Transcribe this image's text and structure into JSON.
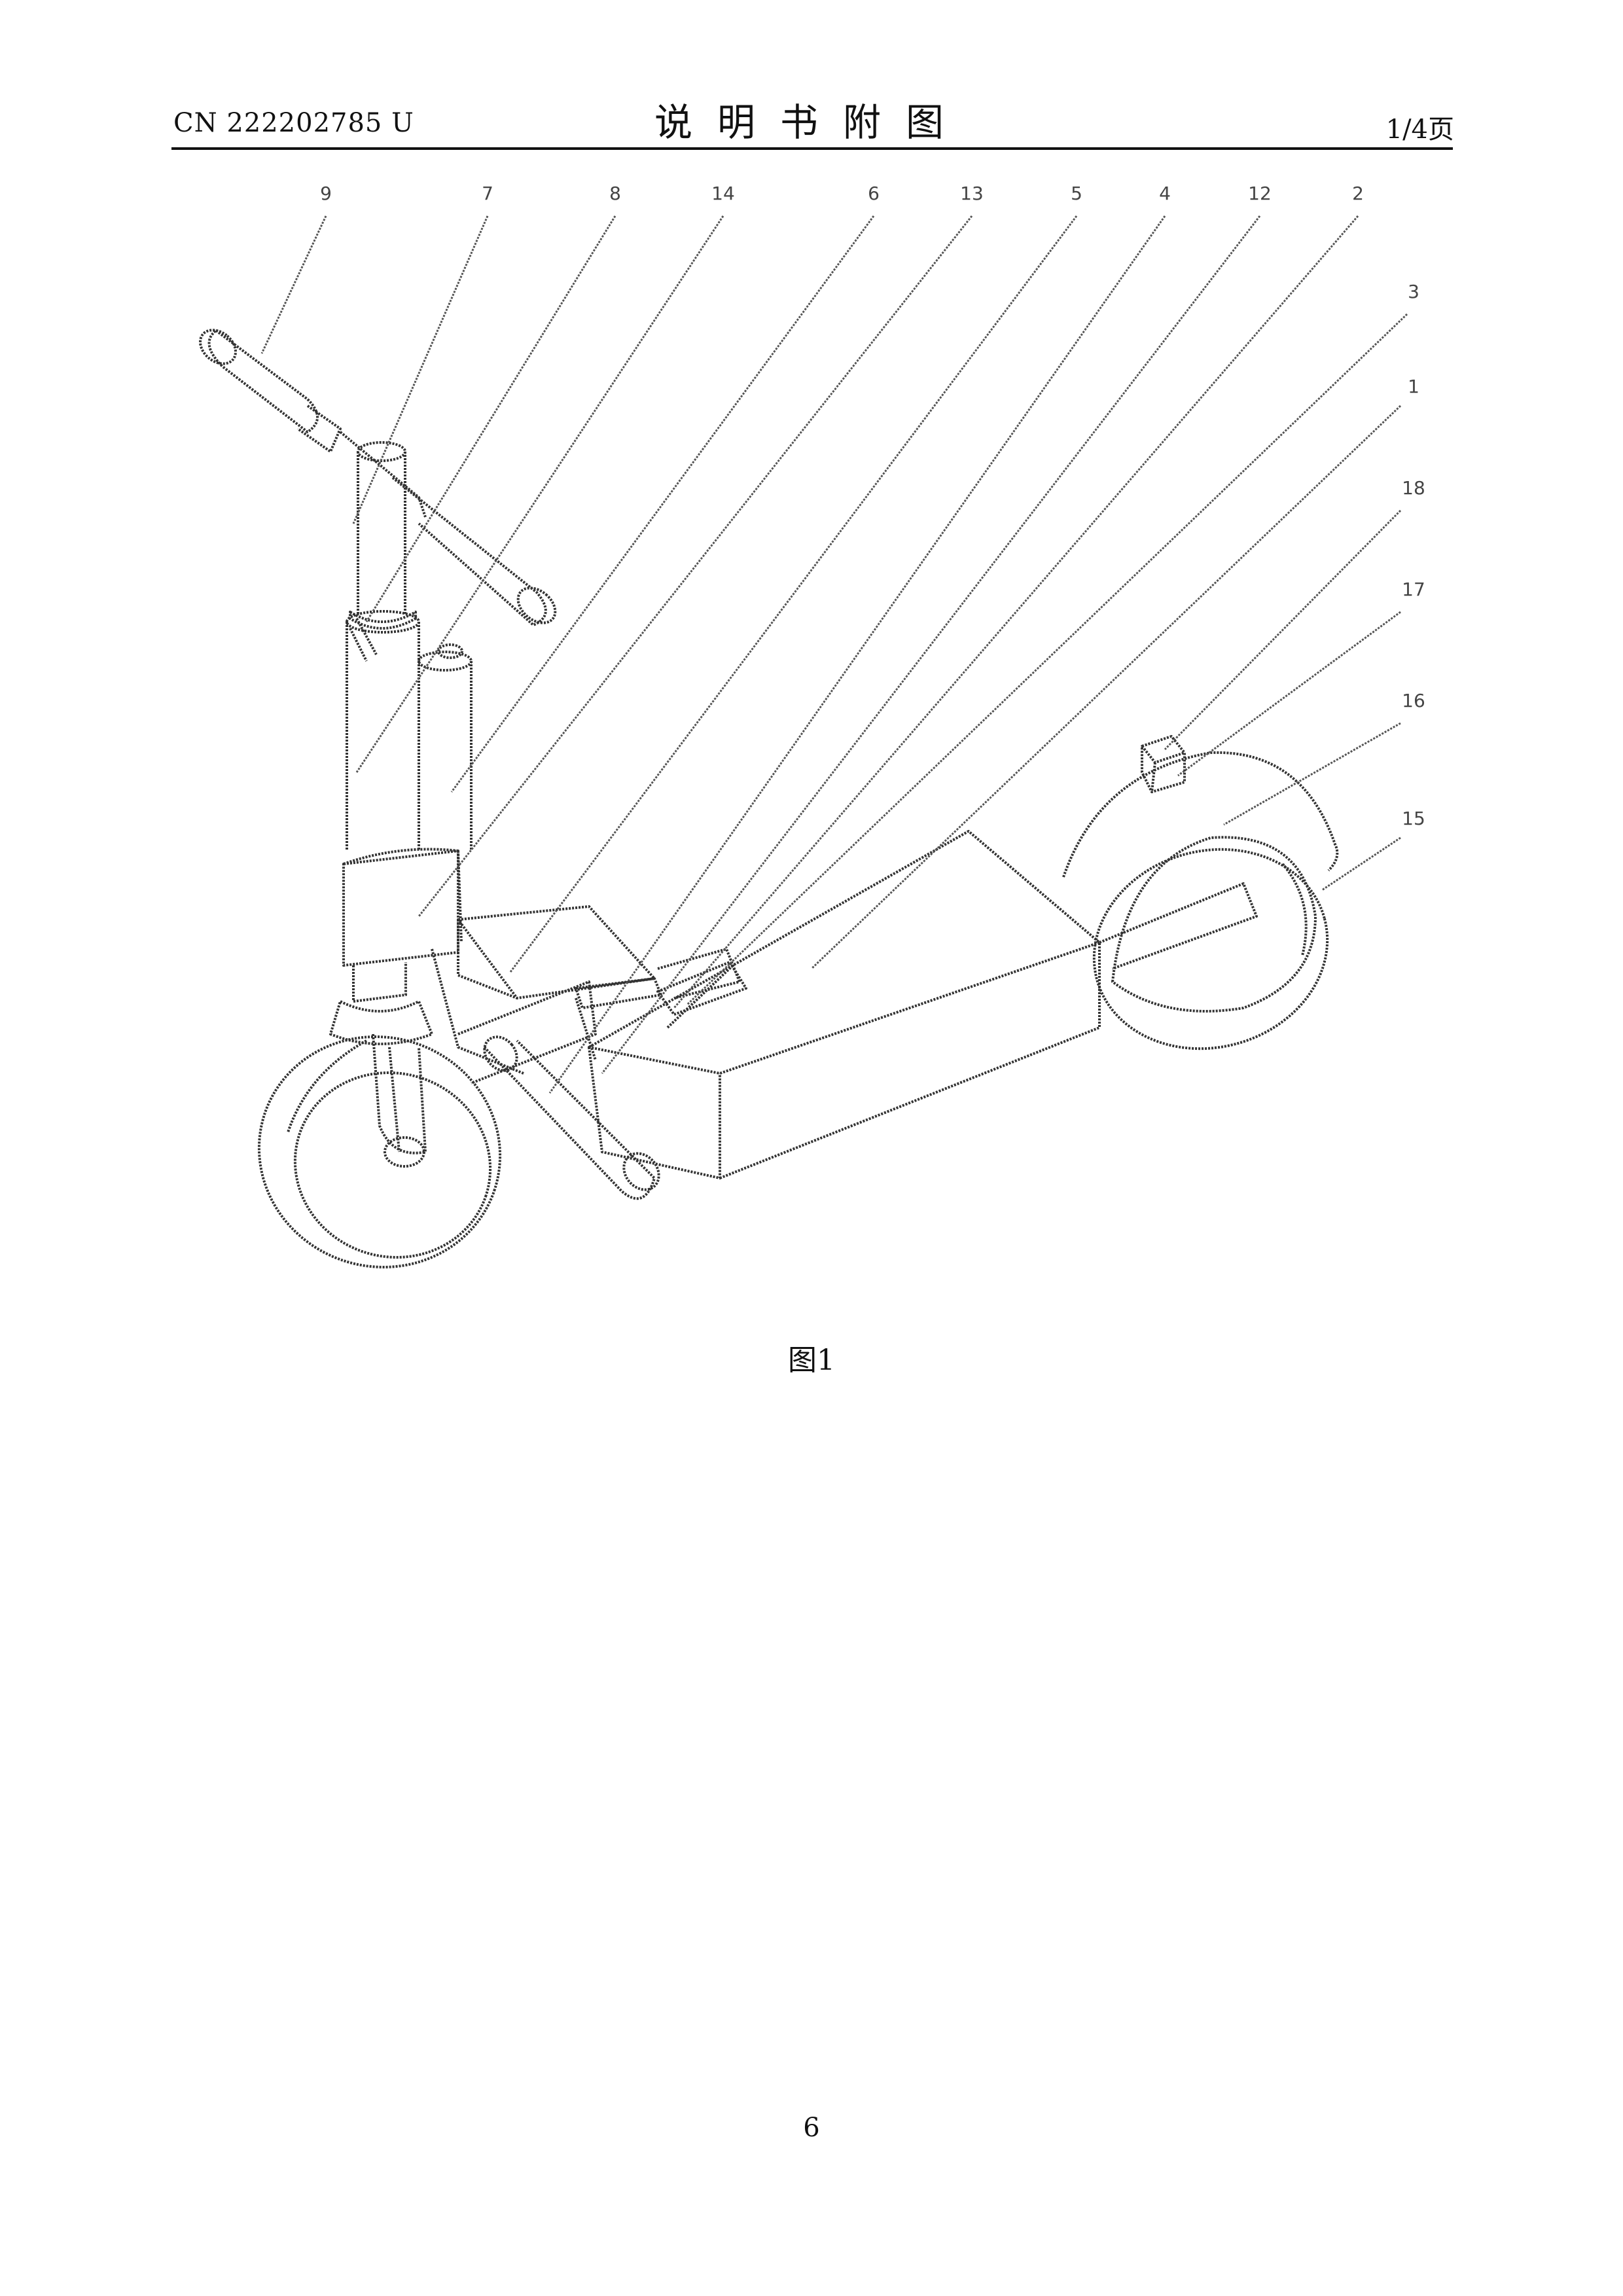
{
  "header": {
    "patent_number": "CN 222202785 U",
    "section_title": "说明书附图",
    "page_of": "1/4页"
  },
  "figure": {
    "caption": "图1",
    "callouts": [
      "9",
      "7",
      "8",
      "14",
      "6",
      "13",
      "5",
      "4",
      "12",
      "2",
      "3",
      "1",
      "18",
      "17",
      "16",
      "15"
    ]
  },
  "footer": {
    "page_number": "6"
  }
}
